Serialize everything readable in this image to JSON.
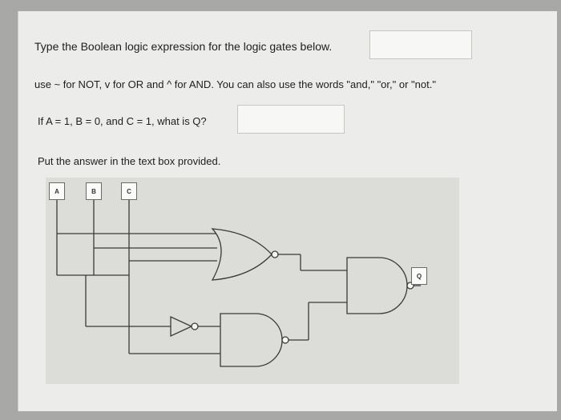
{
  "question": {
    "prompt": "Type the Boolean logic expression for the logic gates below.",
    "symbols": "use ~ for NOT, v for OR and ^ for AND.  You can also use the words \"and,\" \"or,\" or \"not.\"",
    "evaluate": "If A = 1, B = 0, and C = 1, what is Q?",
    "instruction": "Put the answer in the text box provided."
  },
  "answers": {
    "expression_value": "",
    "q_value": ""
  },
  "circuit": {
    "inputs": [
      "A",
      "B",
      "C"
    ],
    "output": "Q"
  }
}
